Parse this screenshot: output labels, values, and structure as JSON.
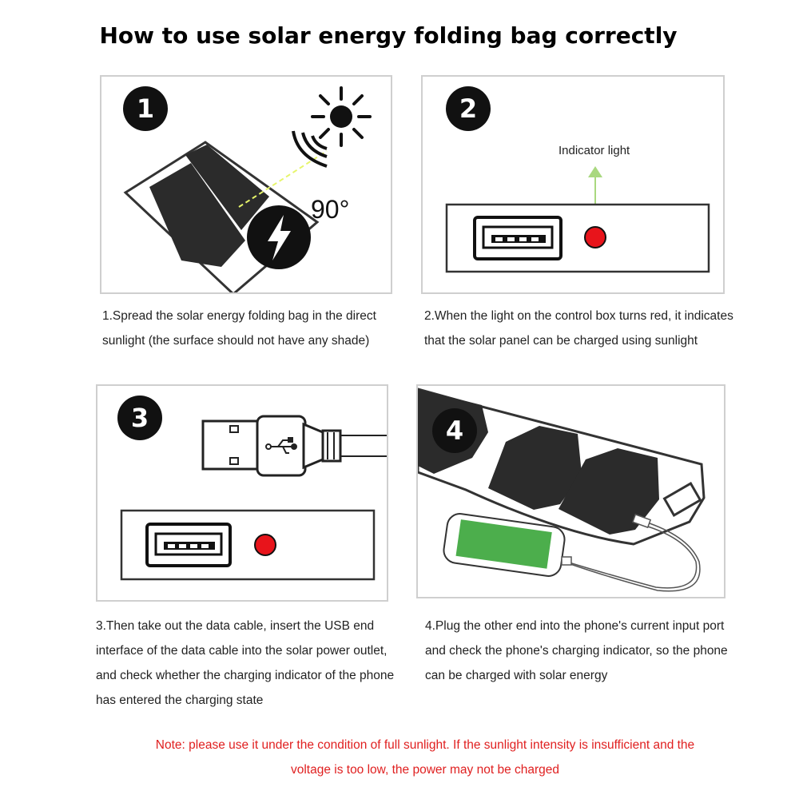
{
  "title": "How to use solar energy folding bag correctly",
  "steps": [
    {
      "number": "1",
      "angle_label": "90°",
      "caption_lines": [
        "1.Spread the solar energy folding bag in the direct",
        "sunlight (the surface should not have any shade)"
      ]
    },
    {
      "number": "2",
      "indicator_label": "Indicator light",
      "caption_lines": [
        "2.When the light on the control box turns red, it indicates",
        "that the solar panel can be charged using sunlight"
      ]
    },
    {
      "number": "3",
      "caption_lines": [
        "3.Then take out the data cable, insert the USB end",
        "interface of the data cable into the solar power outlet,",
        "and check whether the charging indicator of the phone",
        "has entered the charging state"
      ]
    },
    {
      "number": "4",
      "caption_lines": [
        "4.Plug the other end into the phone's current input port",
        "and check the phone's charging indicator, so the phone",
        "can be charged with solar energy"
      ]
    }
  ],
  "note_lines": [
    "Note: please use it under the condition of full sunlight. If the sunlight intensity is insufficient and the",
    "voltage is too low, the power may not be charged"
  ],
  "colors": {
    "indicator_red": "#e8141b",
    "note_red": "#e02020",
    "arrow_green": "#a9d87f",
    "ray_yellow": "#e6f56a",
    "panel_dark": "#2b2b2b"
  },
  "icons": [
    "sun-icon",
    "lightning-icon",
    "usb-port-icon",
    "usb-plug-icon",
    "phone-icon",
    "arrow-up-icon"
  ]
}
